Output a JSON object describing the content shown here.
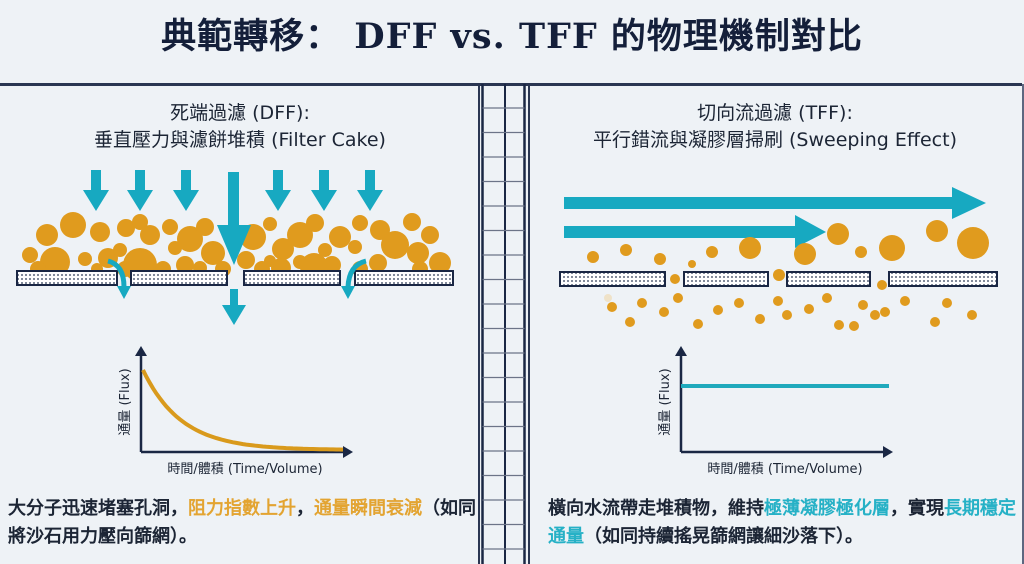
{
  "title": "典範轉移： DFF vs. TFF 的物理機制對比",
  "colors": {
    "navy": "#1a2744",
    "teal": "#17a9c1",
    "gold": "#e09b1e",
    "background": "#eef2f6"
  },
  "left_panel": {
    "heading_line1": "死端過濾 (DFF):",
    "heading_line2": "垂直壓力與濾餅堆積 (Filter Cake)",
    "chart": {
      "ylabel": "通量 (Flux)",
      "xlabel": "時間/體積 (Time/Volume)",
      "curve": "exponential-decay"
    },
    "description": {
      "part1": "大分子迅速堵塞孔洞，",
      "highlight1": "阻力指數上升",
      "part2": "，",
      "highlight2": "通量瞬間衰減",
      "part3": "（如同將沙石用力壓向篩網）。"
    }
  },
  "right_panel": {
    "heading_line1": "切向流過濾 (TFF):",
    "heading_line2": "平行錯流與凝膠層掃刷 (Sweeping Effect)",
    "chart": {
      "ylabel": "通量 (Flux)",
      "xlabel": "時間/體積 (Time/Volume)",
      "curve": "constant"
    },
    "description": {
      "part1": "橫向水流帶走堆積物，維持",
      "highlight1": "極薄凝膠極化層",
      "part2": "，實現",
      "highlight2": "長期穩定通量",
      "part3": "（如同持續搖晃篩網讓細沙落下）。"
    }
  }
}
